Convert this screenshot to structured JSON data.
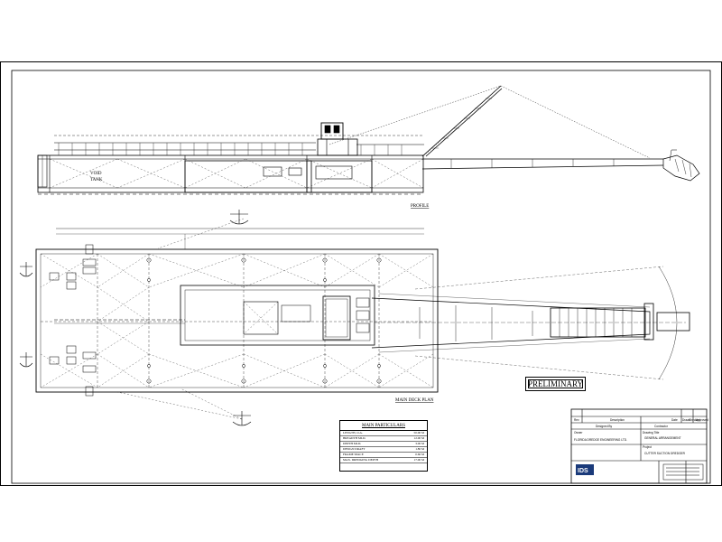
{
  "views": {
    "profile_label": "PROFILE",
    "plan_label": "MAIN DECK PLAN"
  },
  "stamp": {
    "text": "PRELIMINARY"
  },
  "particulars": {
    "title": "MAIN PARTICULARS",
    "rows": [
      {
        "label": "LENGTH, O.A.",
        "value": "50.00 M"
      },
      {
        "label": "BREADTH MLD.",
        "value": "12.00 M"
      },
      {
        "label": "DEPTH MLD.",
        "value": "3.00 M"
      },
      {
        "label": "DESIGN DRAFT",
        "value": "1.80 M"
      },
      {
        "label": "FRAME SPACE",
        "value": "0.60 M"
      },
      {
        "label": "MAX. DREDGING DEPTH",
        "value": "17.00 M"
      }
    ]
  },
  "title_block": {
    "rev_header": [
      "Rev",
      "Description",
      "Date",
      "Drawn",
      "Checked",
      "Approved"
    ],
    "owner_label": "Owner",
    "drawing_title_label": "Drawing Title",
    "project_label": "Project",
    "project_value": "CUTTER SUCTION DREDGER",
    "drawing_value": "GENERAL ARRANGEMENT",
    "company": "FLORIDA DREDGE ENGINEERING LTD.",
    "logo_text": "IDS",
    "designed_by": "Designed By",
    "contractor_label": "Contractor"
  }
}
